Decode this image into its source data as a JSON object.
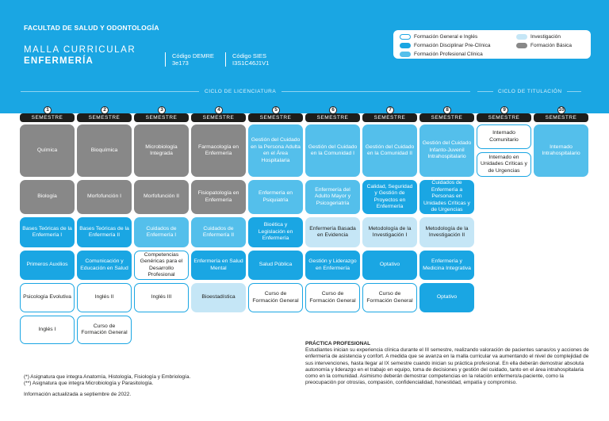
{
  "header": {
    "faculty": "FACULTAD DE SALUD Y ODONTOLOGÍA",
    "title_line1": "MALLA CURRICULAR",
    "title_line2": "ENFERMERÍA",
    "code_demre_label": "Código DEMRE",
    "code_demre_value": "3e173",
    "code_sies_label": "Código SIES",
    "code_sies_value": "I3S1C46J1V1"
  },
  "legend": [
    {
      "label": "Formación General e Inglés",
      "color": "#ffffff"
    },
    {
      "label": "Investigación",
      "color": "#c5e6f6"
    },
    {
      "label": "Formación Disciplinar Pre-Clínica",
      "color": "#1aa6e3"
    },
    {
      "label": "Formación Básica",
      "color": "#888888"
    },
    {
      "label": "Formación Profesional Clínica",
      "color": "#54bfeb"
    }
  ],
  "cycles": {
    "licenciatura": "CICLO DE LICENCIATURA",
    "titulacion": "CICLO DE TITULACIÓN"
  },
  "semester_label": "SEMESTRE",
  "semesters": [
    {
      "num": "1",
      "courses": [
        {
          "name": "Química",
          "type": "basic"
        },
        {
          "name": "Biología",
          "type": "basic"
        },
        {
          "name": "Bases Teóricas de la Enfermería I",
          "type": "prof"
        },
        {
          "name": "Primeros Auxilios",
          "type": "prof"
        },
        {
          "name": "Psicología Evolutiva",
          "type": "gen"
        },
        {
          "name": "Inglés I",
          "type": "gen"
        }
      ]
    },
    {
      "num": "2",
      "courses": [
        {
          "name": "Bioquímica",
          "type": "basic"
        },
        {
          "name": "Morfofunción I",
          "type": "basic"
        },
        {
          "name": "Bases Teóricas de la Enfermería II",
          "type": "prof"
        },
        {
          "name": "Comunicación y Educación en Salud",
          "type": "prof"
        },
        {
          "name": "Inglés II",
          "type": "gen"
        },
        {
          "name": "Curso de Formación General",
          "type": "gen"
        }
      ]
    },
    {
      "num": "3",
      "courses": [
        {
          "name": "Microbiología Integrada",
          "type": "basic"
        },
        {
          "name": "Morfofunción II",
          "type": "basic"
        },
        {
          "name": "Cuidados de Enfermería I",
          "type": "disc"
        },
        {
          "name": "Competencias Genéricas para el Desarrollo Profesional",
          "type": "gen"
        },
        {
          "name": "Inglés III",
          "type": "gen"
        }
      ]
    },
    {
      "num": "4",
      "courses": [
        {
          "name": "Farmacología en Enfermería",
          "type": "basic"
        },
        {
          "name": "Fisiopatología en Enfermería",
          "type": "basic"
        },
        {
          "name": "Cuidados de Enfermería II",
          "type": "disc"
        },
        {
          "name": "Enfermería en Salud Mental",
          "type": "prof"
        },
        {
          "name": "Bioestadística",
          "type": "inv"
        }
      ]
    },
    {
      "num": "5",
      "courses": [
        {
          "name": "Gestión del Cuidado en la Persona Adulta en el Área Hospitalaria",
          "type": "disc"
        },
        {
          "name": "Enfermería en Psiquiatría",
          "type": "disc"
        },
        {
          "name": "Bioética y Legislación en Enfermería",
          "type": "prof"
        },
        {
          "name": "Salud Pública",
          "type": "prof"
        },
        {
          "name": "Curso de Formación General",
          "type": "gen"
        }
      ]
    },
    {
      "num": "6",
      "courses": [
        {
          "name": "Gestión del Cuidado en la Comunidad I",
          "type": "disc"
        },
        {
          "name": "Enfermería del Adulto Mayor y Psicogeriatría",
          "type": "disc"
        },
        {
          "name": "Enfermería Basada en Evidencia",
          "type": "inv"
        },
        {
          "name": "Gestión y Liderazgo en Enfermería",
          "type": "prof"
        },
        {
          "name": "Curso de Formación General",
          "type": "gen"
        }
      ]
    },
    {
      "num": "7",
      "courses": [
        {
          "name": "Gestión del Cuidado en la Comunidad II",
          "type": "disc"
        },
        {
          "name": "Calidad, Seguridad y Gestión de Proyectos en Enfermería",
          "type": "prof"
        },
        {
          "name": "Metodología de la Investigación I",
          "type": "inv"
        },
        {
          "name": "Optativo",
          "type": "prof"
        },
        {
          "name": "Curso de Formación General",
          "type": "gen"
        }
      ]
    },
    {
      "num": "8",
      "courses": [
        {
          "name": "Gestión del Cuidado Infanto-Juvenil Intrahospitalario",
          "type": "disc"
        },
        {
          "name": "Cuidados de Enfermería a Personas en Unidades Críticas y de Urgencias",
          "type": "prof"
        },
        {
          "name": "Metodología de la Investigación II",
          "type": "inv"
        },
        {
          "name": "Enfermería y Medicina Integrativa",
          "type": "prof"
        },
        {
          "name": "Optativo",
          "type": "prof"
        }
      ]
    },
    {
      "num": "9",
      "courses": [
        {
          "name": "Internado Comunitario",
          "type": "gen"
        },
        {
          "name": "Internado en Unidades Críticas y de Urgencias",
          "type": "gen"
        }
      ]
    },
    {
      "num": "10",
      "courses": [
        {
          "name": "Internado Intrahospitalario",
          "type": "disc"
        }
      ]
    }
  ],
  "notes": {
    "note1": "(*) Asignatura que integra Anatomía, Histología, Fisiología y Embriología.",
    "note2": "(**) Asignatura que integra Microbiología y Parasitología.",
    "updated": "Información actualizada a septiembre de 2022."
  },
  "practica": {
    "title": "PRÁCTICA PROFESIONAL",
    "text": "Estudiantes inician su experiencia clínica durante el III semestre, realizando valoración de pacientes sanas/os y acciones de enfermería de asistencia y confort. A medida que se avanza en la malla curricular va aumentando el nivel de complejidad de sus intervenciones, hasta llegar al IX semestre cuando inician su práctica profesional. En ella deberán demostrar absoluta autonomía y liderazgo en el trabajo en equipo, toma de decisiones y gestión del cuidado, tanto en el área intrahospitalaria como en la comunidad. Asimismo deberán demostrar competencias en la relación enfermero/a-paciente, como la preocupación por otros/as, compasión, confidencialidad, honestidad, empatía y compromiso."
  }
}
